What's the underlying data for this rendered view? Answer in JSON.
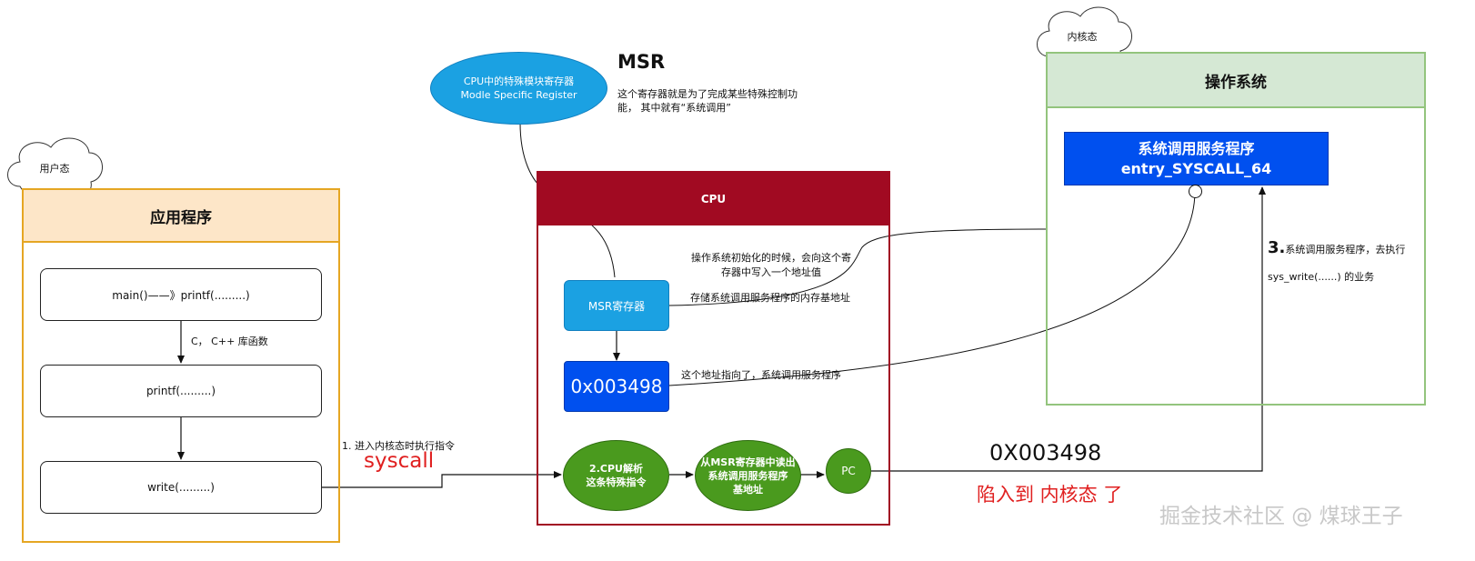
{
  "colors": {
    "app_border": "#e5a623",
    "app_header": "#fde6c8",
    "cpu_border": "#a10a22",
    "cpu_header": "#a10a22",
    "os_border": "#93c47d",
    "os_header": "#d5e8d4",
    "blue_dark": "#0050ef",
    "blue_light": "#1ba1e2",
    "green": "#4a9a1e",
    "red": "#e02020"
  },
  "clouds": {
    "user_mode": "用户态",
    "kernel_mode": "内核态"
  },
  "app": {
    "title": "应用程序",
    "box_main": "main()——》printf(.........)",
    "edge_label": "C， C++ 库函数",
    "box_printf": "printf(.........)",
    "box_write": "write(.........)"
  },
  "msr": {
    "ellipse_line1": "CPU中的特殊模块寄存器",
    "ellipse_line2": "Modle  Specific Register",
    "heading": "MSR",
    "desc_line1": "这个寄存器就是为了完成某些特殊控制功",
    "desc_line2": "能， 其中就有“系统调用”"
  },
  "cpu": {
    "title": "CPU",
    "msr_box": "MSR寄存器",
    "addr_box": "0x003498",
    "init_note_line1": "操作系统初始化的时候，会向这个寄",
    "init_note_line2": "存器中写入一个地址值",
    "store_note": "存储系统调用服务程序的内存基地址",
    "points_note": "这个地址指向了，系统调用服务程序",
    "step2_line1": "2.CPU解析",
    "step2_line2": "这条特殊指令",
    "read_line1": "从MSR寄存器中读出",
    "read_line2": "系统调用服务程序",
    "read_line3": "基地址",
    "pc": "PC"
  },
  "os": {
    "title": "操作系统",
    "service_line1": "系统调用服务程序",
    "service_line2": "entry_SYSCALL_64",
    "step3_num": "3.",
    "step3_text": "系统调用服务程序，去执行",
    "step3_line2": "sys_write(......)  的业务"
  },
  "flow": {
    "step1": "1. 进入内核态时执行指令",
    "syscall": "syscall",
    "addr": "0X003498",
    "trap": "陷入到 内核态 了"
  },
  "watermark": "掘金技术社区 @ 煤球王子"
}
